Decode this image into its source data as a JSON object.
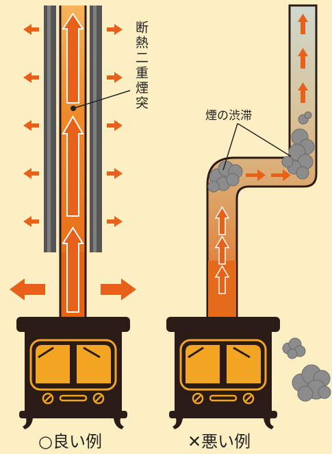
{
  "labels": {
    "insulated_chimney": "断熱二重煙突",
    "smoke_stagnation": "煙の渋滞"
  },
  "captions": {
    "good": "○良い例",
    "bad": "✕悪い例"
  },
  "colors": {
    "background": "#fdefc4",
    "flow": "#e8611a",
    "stove": "#2b1b16",
    "glass": "#f3a623",
    "smoke": "#8c8c8c",
    "pipe_grey": "#555555"
  },
  "icons": {
    "flow_arrow": "arrow-icon",
    "heat_loss_arrow": "arrow-icon",
    "smoke_puff": "smoke-cloud-icon",
    "stove": "wood-stove-icon"
  }
}
